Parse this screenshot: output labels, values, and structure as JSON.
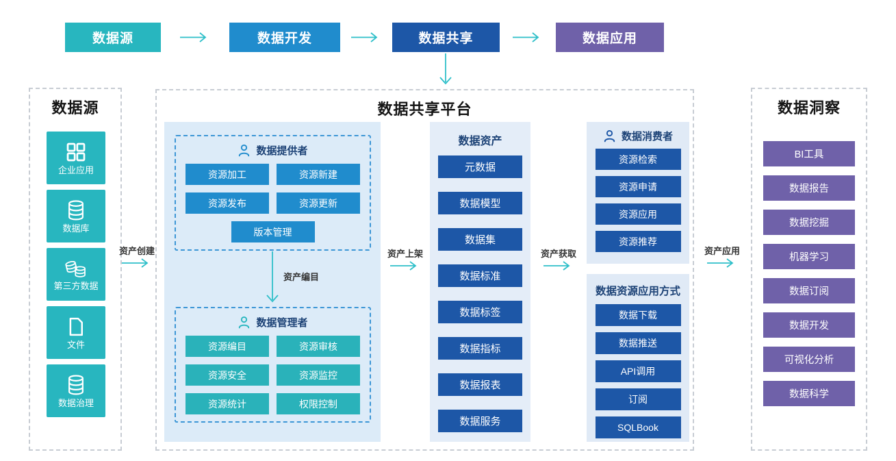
{
  "flow": {
    "steps": [
      {
        "label": "数据源"
      },
      {
        "label": "数据开发"
      },
      {
        "label": "数据共享"
      },
      {
        "label": "数据应用"
      }
    ]
  },
  "arrows": {
    "create": "资产创建",
    "catalog": "资产编目",
    "shelve": "资产上架",
    "acquire": "资产获取",
    "apply": "资产应用"
  },
  "source_panel": {
    "title": "数据源",
    "items": [
      {
        "label": "企业应用",
        "icon": "grid-icon"
      },
      {
        "label": "数据库",
        "icon": "database-icon"
      },
      {
        "label": "第三方数据",
        "icon": "coins-icon"
      },
      {
        "label": "文件",
        "icon": "file-icon"
      },
      {
        "label": "数据治理",
        "icon": "database-icon"
      }
    ]
  },
  "platform": {
    "title": "数据共享平台",
    "provider": {
      "title": "数据提供者",
      "items": [
        "资源加工",
        "资源新建",
        "资源发布",
        "资源更新",
        "版本管理"
      ]
    },
    "manager": {
      "title": "数据管理者",
      "items": [
        "资源编目",
        "资源审核",
        "资源安全",
        "资源监控",
        "资源统计",
        "权限控制"
      ]
    },
    "assets": {
      "title": "数据资产",
      "items": [
        "元数据",
        "数据模型",
        "数据集",
        "数据标准",
        "数据标签",
        "数据指标",
        "数据报表",
        "数据服务"
      ]
    },
    "consumer": {
      "title": "数据消费者",
      "items": [
        "资源检索",
        "资源申请",
        "资源应用",
        "资源推荐"
      ]
    },
    "usage": {
      "title": "数据资源应用方式",
      "items": [
        "数据下载",
        "数据推送",
        "API调用",
        "订阅",
        "SQLBook"
      ]
    }
  },
  "insight_panel": {
    "title": "数据洞察",
    "items": [
      "BI工具",
      "数据报告",
      "数据挖掘",
      "机器学习",
      "数据订阅",
      "数据开发",
      "可视化分析",
      "数据科学"
    ]
  },
  "colors": {
    "teal": "#28b6bf",
    "blue": "#208ccd",
    "dark_blue": "#1d57a7",
    "purple": "#6f61a9",
    "arrow_teal": "#2ebfc9",
    "panel_light_blue": "#dcebf8",
    "header_navy": "#1c4276"
  }
}
